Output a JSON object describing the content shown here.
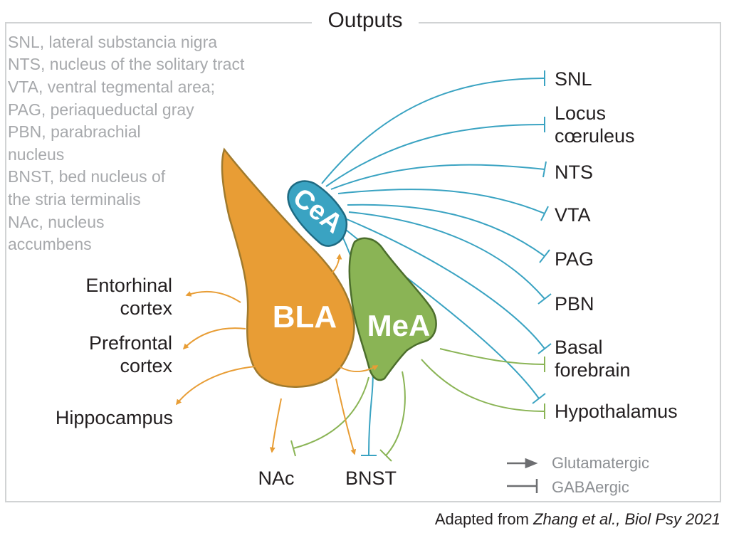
{
  "title": "Outputs",
  "abbreviations": [
    "SNL, lateral substancia nigra",
    "NTS, nucleus of the solitary tract",
    "VTA, ventral tegmental area;",
    "PAG, periaqueductal gray",
    "PBN, parabrachial",
    "nucleus",
    "BNST, bed nucleus of",
    "the stria terminalis",
    "NAc, nucleus",
    "accumbens"
  ],
  "regions": {
    "bla": "BLA",
    "mea": "MeA",
    "cea": "CeA"
  },
  "targets": {
    "snl": "SNL",
    "locus_line1": "Locus",
    "locus_line2": "cœruleus",
    "nts": "NTS",
    "vta": "VTA",
    "pag": "PAG",
    "pbn": "PBN",
    "basal_line1": "Basal",
    "basal_line2": "forebrain",
    "hypothalamus": "Hypothalamus"
  },
  "inputs": {
    "entorhinal_line1": "Entorhinal",
    "entorhinal_line2": "cortex",
    "prefrontal_line1": "Prefrontal",
    "prefrontal_line2": "cortex",
    "hippocampus": "Hippocampus",
    "nac": "NAc",
    "bnst": "BNST"
  },
  "legend": {
    "glutamatergic": "Glutamatergic",
    "gabaergic": "GABAergic"
  },
  "credit": {
    "prefix": "Adapted from ",
    "citation": "Zhang et al., Biol Psy 2021"
  },
  "colors": {
    "bla": "#e89d35",
    "bla_outline": "#a07a2d",
    "mea": "#8ab455",
    "mea_outline": "#4c6e2c",
    "cea": "#3aa3c2",
    "cea_outline": "#1e6a82",
    "cea_arrows": "#3aa3c2",
    "mea_arrows": "#8ab455",
    "bla_arrows": "#e89d35",
    "legend": "#6d6e71",
    "frame": "#d1d3d4"
  }
}
